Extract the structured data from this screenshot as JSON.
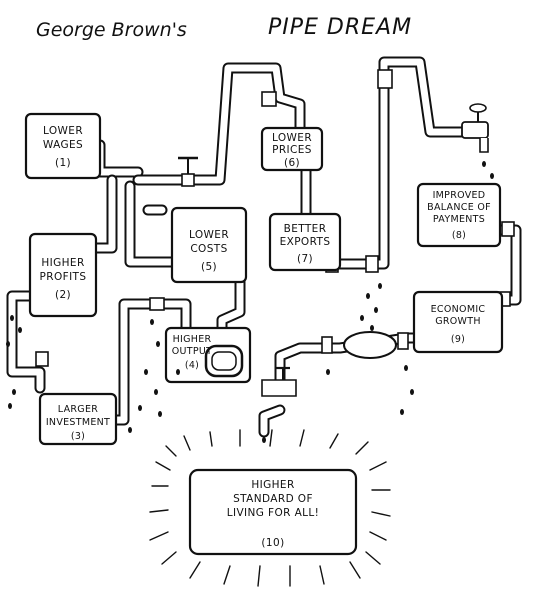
{
  "title": {
    "left": "George Brown's",
    "right": "PIPE DREAM"
  },
  "nodes": [
    {
      "id": "lower-wages",
      "lines": [
        "LOWER",
        "WAGES"
      ],
      "number": "(1)"
    },
    {
      "id": "higher-profits",
      "lines": [
        "HIGHER",
        "PROFITS"
      ],
      "number": "(2)"
    },
    {
      "id": "larger-investment",
      "lines": [
        "LARGER",
        "INVESTMENT"
      ],
      "number": "(3)"
    },
    {
      "id": "higher-output",
      "lines": [
        "HIGHER",
        "OUTPUT"
      ],
      "number": "(4)"
    },
    {
      "id": "lower-costs",
      "lines": [
        "LOWER",
        "COSTS"
      ],
      "number": "(5)"
    },
    {
      "id": "lower-prices",
      "lines": [
        "LOWER",
        "PRICES"
      ],
      "number": "(6)"
    },
    {
      "id": "better-exports",
      "lines": [
        "BETTER",
        "EXPORTS"
      ],
      "number": "(7)"
    },
    {
      "id": "balance-payments",
      "lines": [
        "IMPROVED",
        "BALANCE OF",
        "PAYMENTS"
      ],
      "number": "(8)"
    },
    {
      "id": "economic-growth",
      "lines": [
        "ECONOMIC",
        "GROWTH"
      ],
      "number": "(9)"
    },
    {
      "id": "higher-standard",
      "lines": [
        "HIGHER",
        "STANDARD OF",
        "LIVING FOR ALL!"
      ],
      "number": "(10)"
    }
  ]
}
